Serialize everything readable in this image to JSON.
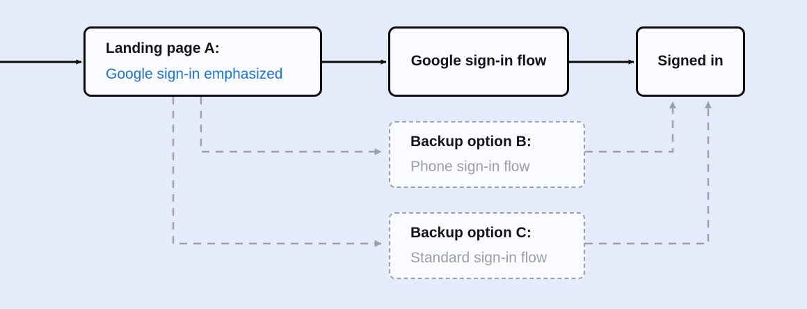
{
  "diagram": {
    "background_color": "#e4ecfb",
    "node_fill_color": "#fafbff",
    "solid_edge_color": "#0b0b0b",
    "dashed_edge_color": "#9aa0a6",
    "accent_color": "#1a73e8",
    "muted_text_color": "#9aa0a6",
    "nodes": [
      {
        "id": "landing-page-a",
        "style": "solid",
        "title": "Landing page A:",
        "subtitle": "Google sign-in emphasized"
      },
      {
        "id": "google-sign-in-flow",
        "style": "solid",
        "title": "Google sign-in flow"
      },
      {
        "id": "signed-in",
        "style": "solid",
        "title": "Signed in"
      },
      {
        "id": "backup-option-b",
        "style": "dashed",
        "title": "Backup option B:",
        "subtitle": "Phone sign-in flow"
      },
      {
        "id": "backup-option-c",
        "style": "dashed",
        "title": "Backup option C:",
        "subtitle": "Standard sign-in flow"
      }
    ],
    "edges": [
      {
        "id": "entry-to-landing",
        "style": "solid",
        "from": "entry",
        "to": "landing-page-a"
      },
      {
        "id": "landing-to-google",
        "style": "solid",
        "from": "landing-page-a",
        "to": "google-sign-in-flow"
      },
      {
        "id": "google-to-signed-in",
        "style": "solid",
        "from": "google-sign-in-flow",
        "to": "signed-in"
      },
      {
        "id": "landing-to-backup-b",
        "style": "dashed",
        "from": "landing-page-a",
        "to": "backup-option-b"
      },
      {
        "id": "landing-to-backup-c",
        "style": "dashed",
        "from": "landing-page-a",
        "to": "backup-option-c"
      },
      {
        "id": "backup-b-to-signed-in",
        "style": "dashed",
        "from": "backup-option-b",
        "to": "signed-in"
      },
      {
        "id": "backup-c-to-signed-in",
        "style": "dashed",
        "from": "backup-option-c",
        "to": "signed-in"
      }
    ]
  }
}
